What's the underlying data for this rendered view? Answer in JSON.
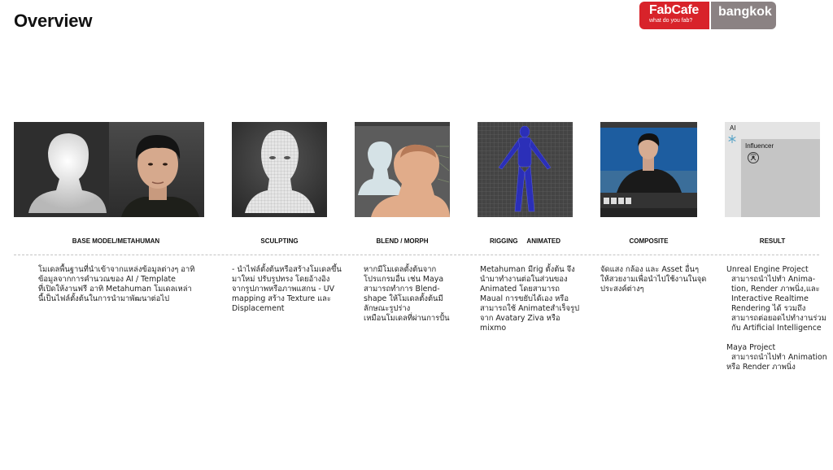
{
  "page": {
    "title": "Overview"
  },
  "logo": {
    "brand": "FabCafe",
    "tagline": "what do you fab?",
    "city": "bangkok"
  },
  "stages": [
    {
      "label": "BASE MODEL/METAHUMAN",
      "description": "โมเดลพื้นฐานที่นำเข้าจากแหล่งข้อมูลต่างๆ อาทิ\nข้อมูลจากการคำนวณของ AI / Template\nที่เปิดให้งานฟรี อาทิ Metahuman โมเดลเหล่า\nนี้เป็นไฟล์ตั้งต้นในการนำมาพัฒนาต่อไป"
    },
    {
      "label": "SCULPTING",
      "description": "- นำไฟล์ตั้งต้นหรือสร้างโมเดลขึ้น\nมาใหม่ ปรับรูปทรง โดยอ้างอิง\nจากรูปภาพหรือภาพแสกน - UV\nmapping สร้าง Texture และ\nDisplacement"
    },
    {
      "label": "BLEND / MORPH",
      "description": "หากมีโมเดลตั้งต้นจาก\nโปรแกรมอื่น เช่น Maya\nสามารถทำการ Blend-\nshape ให้โมเดลตั้งต้นมี\nลักษณะรูปร่าง\nเหมือนโมเดลที่ผ่านการปั้น"
    },
    {
      "label": "RIGGING     ANIMATED",
      "description": "Metahuman มีrig ตั้งต้น จึง\nนำมาทำงานต่อในส่วนของ\nAnimated โดยสามารถ\nMaual การขยับได้เอง หรือ\nสามารถใช้ Animateสำเร็จรูป\nจาก Avatary Ziva หรือ\nmixmo"
    },
    {
      "label": "COMPOSITE",
      "description": "จัดแสง กล้อง และ Asset อื่นๆ\nให้สวยงามเพื่อนำไปใช้งานในจุด\nประสงค์ต่างๆ"
    },
    {
      "label": "RESULT",
      "description": "Unreal Engine Project\n  สามารถนำไปทำ Anima-\n  tion, Render ภาพนิ่ง,และ\n  Interactive Realtime\n  Rendering ได้ รวมถึง\n  สามารถต่อยอดไปทำงานร่วม\n  กับ Artificial Intelligence\n\nMaya Project\n  สามารถนำไปทำ Animation\nหรือ Render ภาพนิ่ง"
    }
  ],
  "result_panel": {
    "left_label": "AI",
    "right_label": "Influencer"
  }
}
